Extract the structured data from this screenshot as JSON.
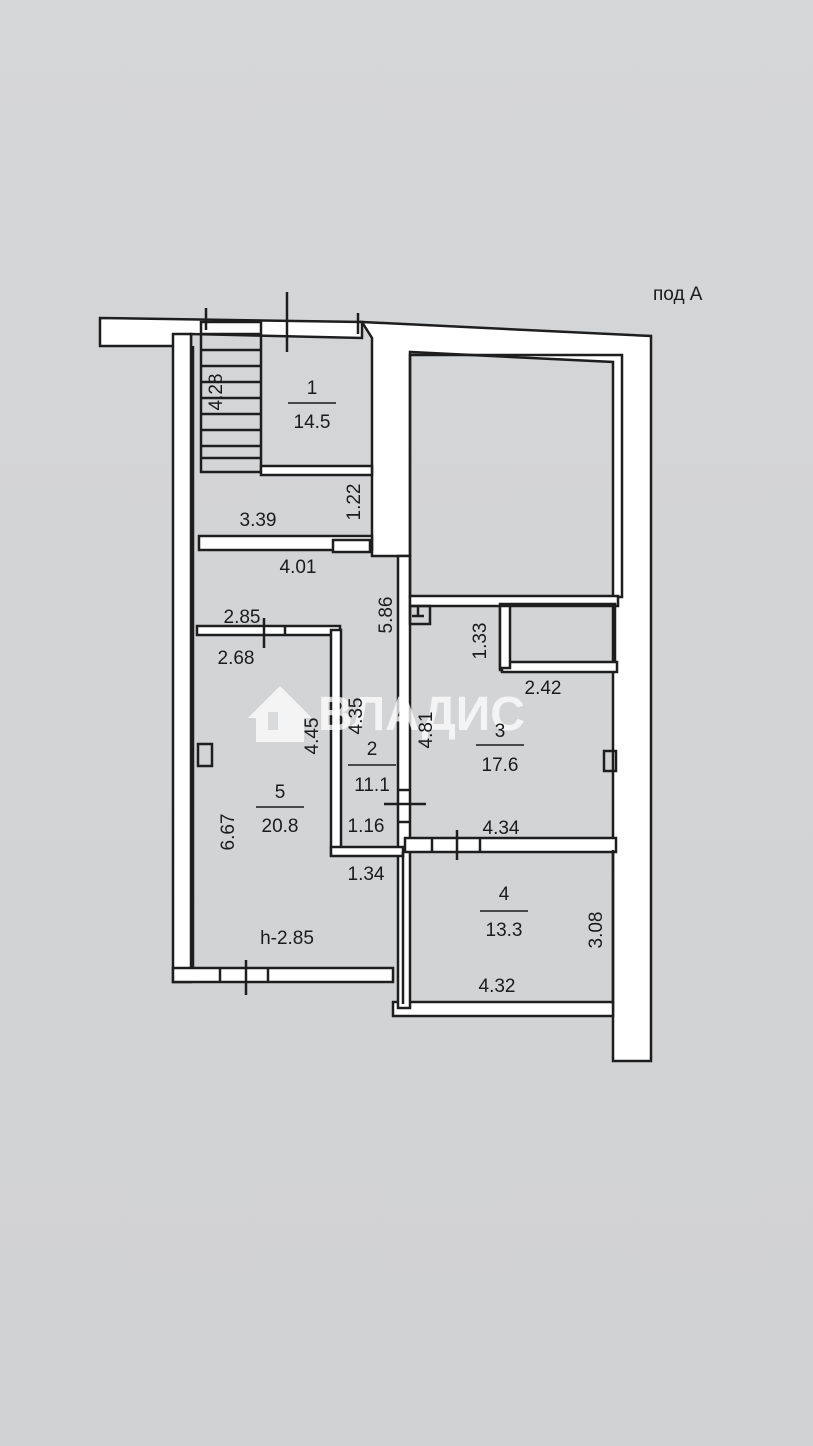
{
  "corner_label": "под А",
  "watermark": "ВЛАДИС",
  "rooms": [
    {
      "number": "1",
      "area": "14.5"
    },
    {
      "number": "2",
      "area": "11.1"
    },
    {
      "number": "3",
      "area": "17.6"
    },
    {
      "number": "4",
      "area": "13.3"
    },
    {
      "number": "5",
      "area": "20.8"
    }
  ],
  "dimensions": {
    "d_4_28": "4.28",
    "d_3_39": "3.39",
    "d_1_22": "1.22",
    "d_4_01": "4.01",
    "d_5_86": "5.86",
    "d_2_85": "2.85",
    "d_2_68": "2.68",
    "d_4_45": "4.45",
    "d_4_35": "4.35",
    "d_4_81": "4.81",
    "d_1_33": "1.33",
    "d_2_42": "2.42",
    "d_6_67": "6.67",
    "d_1_16": "1.16",
    "d_4_34": "4.34",
    "d_1_34": "1.34",
    "d_3_08": "3.08",
    "d_4_32": "4.32"
  },
  "ceiling_height": "h-2.85"
}
